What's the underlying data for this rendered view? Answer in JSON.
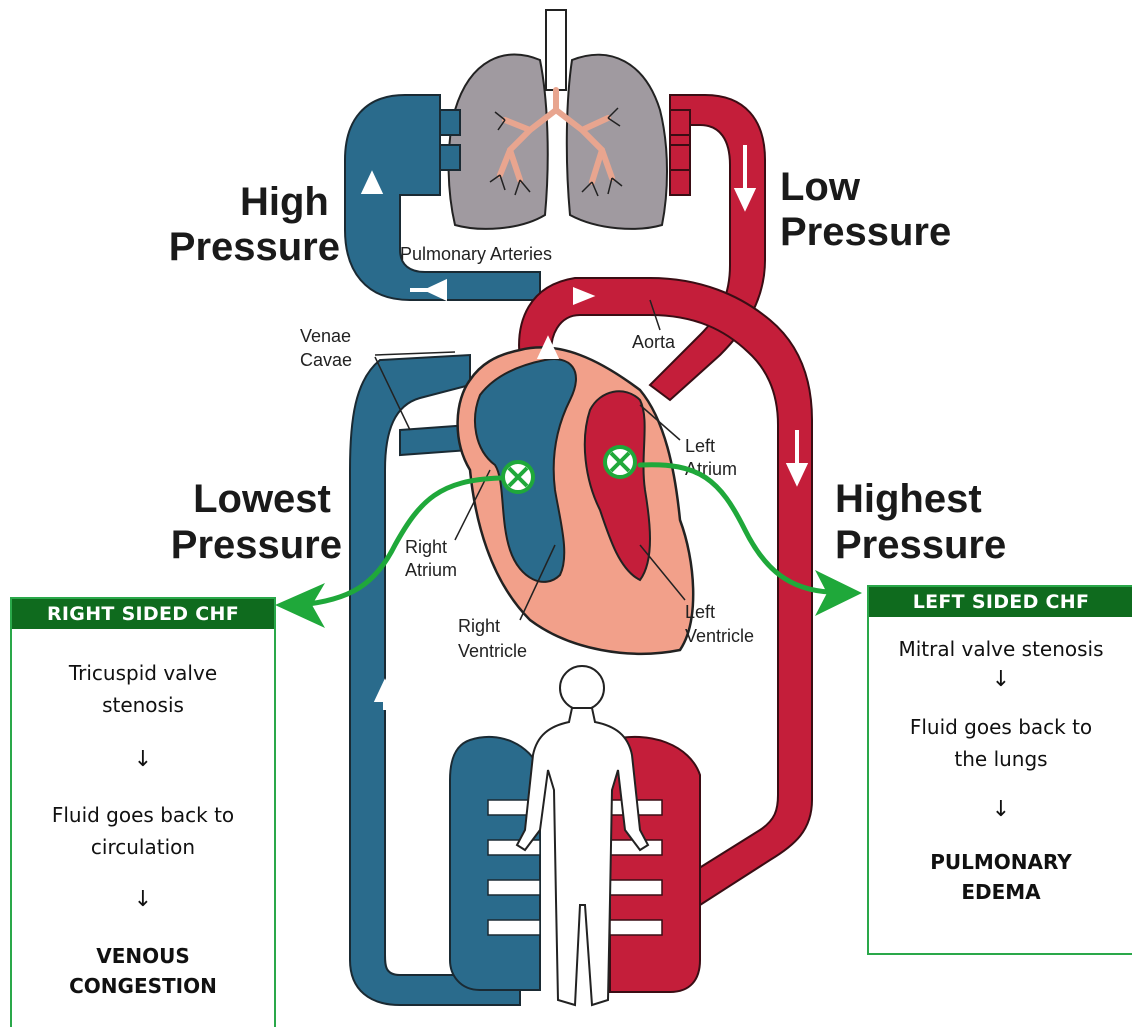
{
  "labels": {
    "high_pressure": [
      "High",
      "Pressure"
    ],
    "low_pressure": [
      "Low",
      "Pressure"
    ],
    "lowest_pressure": [
      "Lowest",
      "Pressure"
    ],
    "highest_pressure": [
      "Highest",
      "Pressure"
    ],
    "pulmonary_arteries": "Pulmonary Arteries",
    "venae_cavae": [
      "Venae",
      "Cavae"
    ],
    "aorta": "Aorta",
    "left_atrium": [
      "Left",
      "Atrium"
    ],
    "right_atrium": [
      "Right",
      "Atrium"
    ],
    "right_ventricle": [
      "Right",
      "Ventricle"
    ],
    "left_ventricle": [
      "Left",
      "Ventricle"
    ]
  },
  "right_chf": {
    "title": "RIGHT SIDED CHF",
    "cause": [
      "Tricuspid valve",
      "stenosis"
    ],
    "arrow1": "↓",
    "effect": [
      "Fluid goes back to",
      "circulation"
    ],
    "arrow2": "↓",
    "result": [
      "VENOUS",
      "CONGESTION"
    ]
  },
  "left_chf": {
    "title": "LEFT SIDED CHF",
    "cause": [
      "Mitral valve stenosis"
    ],
    "arrow1": "↓",
    "effect": [
      "Fluid goes back to",
      "the lungs"
    ],
    "arrow2": "↓",
    "result": [
      "PULMONARY",
      "EDEMA"
    ]
  },
  "colors": {
    "venous": "#2a6b8c",
    "arterial": "#c41e3a",
    "heart": "#f2a08a",
    "lung": "#a09aa0",
    "annotation": "#1fa83a",
    "box_title": "#0f6b1e"
  },
  "icons": [
    "blocked-valve-icon",
    "blocked-valve-icon"
  ]
}
